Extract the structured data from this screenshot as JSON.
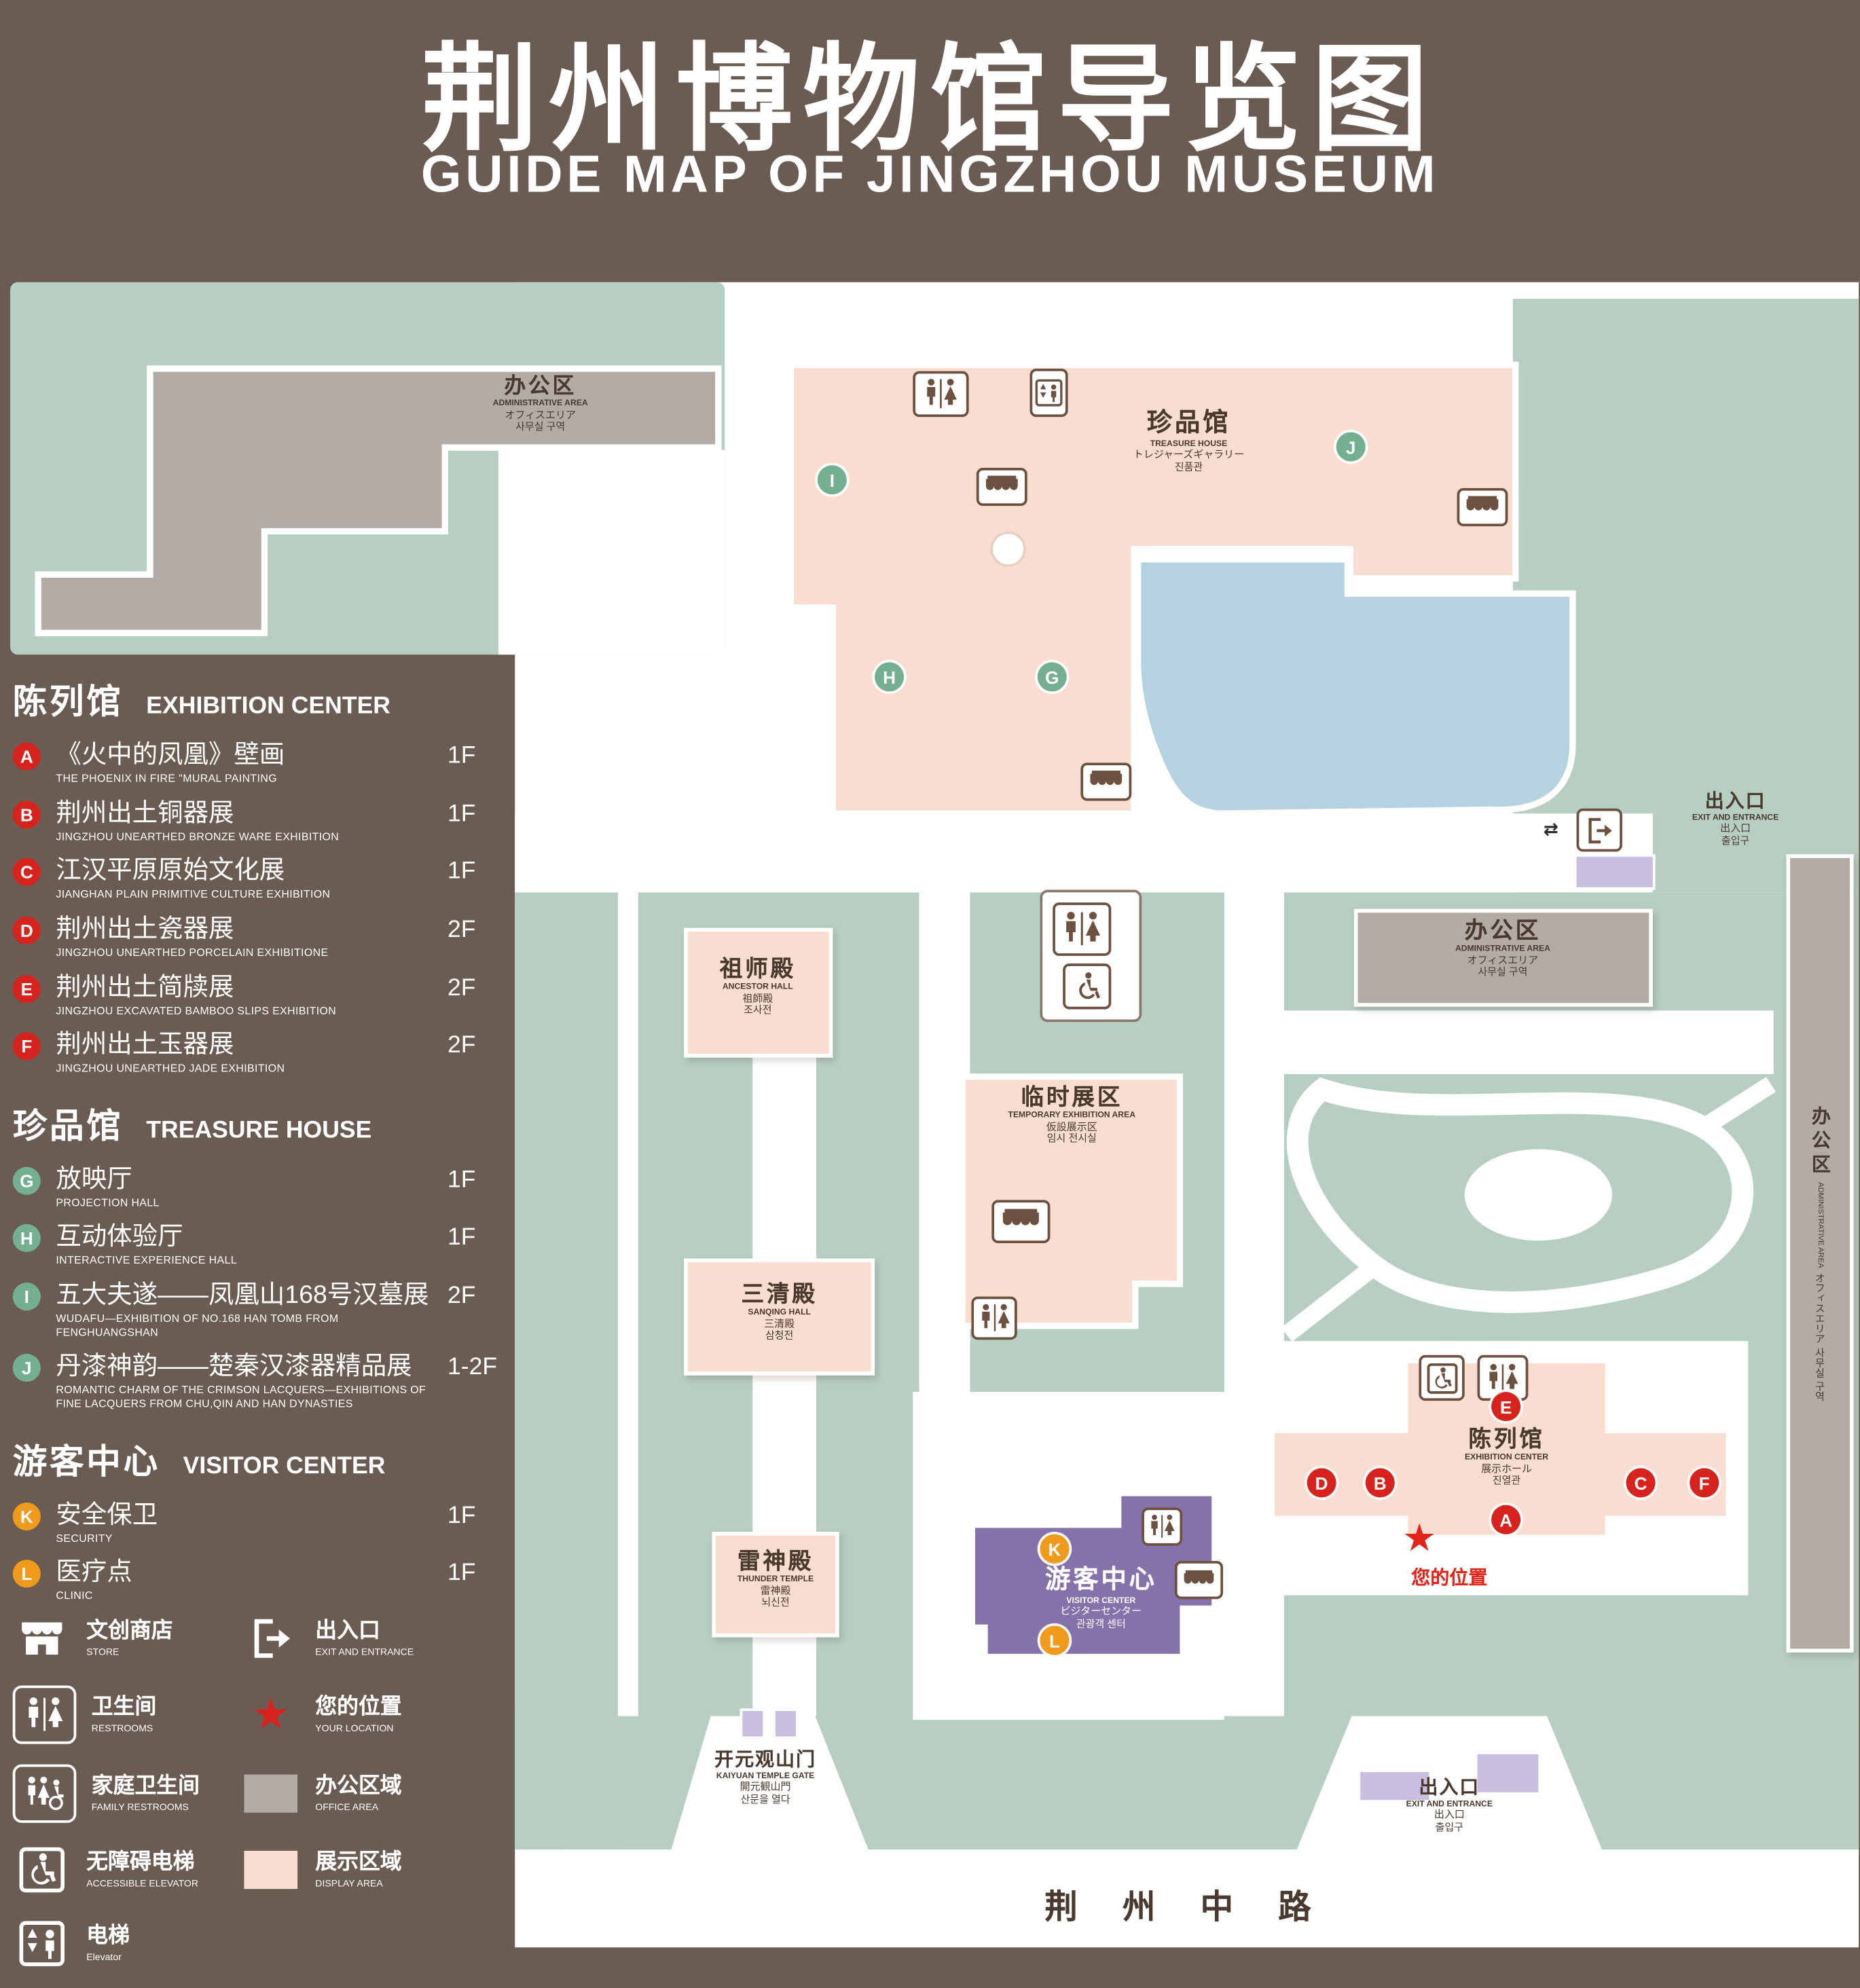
{
  "title": {
    "zh": "荆州博物馆导览图",
    "en": "GUIDE MAP OF JINGZHOU MUSEUM"
  },
  "colors": {
    "background": "#6a5c52",
    "map_green": "#b7cec2",
    "display_area_pink": "#f9ddd1",
    "office_gray": "#b3aba6",
    "water_blue": "#b4d2df",
    "visitor_purple": "#8672aa",
    "entrance_lilac": "#c9bedd",
    "letter_red": "#d7231d",
    "letter_green": "#74af92",
    "letter_orange": "#f09a1c",
    "map_text_brown": "#4a392e",
    "location_red": "#e1251b"
  },
  "sidebar": {
    "sections": [
      {
        "zh": "陈列馆",
        "en": "EXHIBITION CENTER",
        "items": [
          {
            "letter": "A",
            "zh": "《火中的凤凰》壁画",
            "en": "THE PHOENIX IN FIRE \"MURAL PAINTING",
            "floor": "1F"
          },
          {
            "letter": "B",
            "zh": "荆州出土铜器展",
            "en": "JINGZHOU UNEARTHED BRONZE WARE EXHIBITION",
            "floor": "1F"
          },
          {
            "letter": "C",
            "zh": "江汉平原原始文化展",
            "en": "JIANGHAN PLAIN PRIMITIVE CULTURE EXHIBITION",
            "floor": "1F"
          },
          {
            "letter": "D",
            "zh": "荆州出土瓷器展",
            "en": "JINGZHOU UNEARTHED PORCELAIN EXHIBITIONE",
            "floor": "2F"
          },
          {
            "letter": "E",
            "zh": "荆州出土简牍展",
            "en": "JINGZHOU EXCAVATED BAMBOO SLIPS EXHIBITION",
            "floor": "2F"
          },
          {
            "letter": "F",
            "zh": "荆州出土玉器展",
            "en": "JINGZHOU UNEARTHED JADE EXHIBITION",
            "floor": "2F"
          }
        ]
      },
      {
        "zh": "珍品馆",
        "en": "TREASURE HOUSE",
        "items": [
          {
            "letter": "G",
            "zh": "放映厅",
            "en": "PROJECTION HALL",
            "floor": "1F"
          },
          {
            "letter": "H",
            "zh": "互动体验厅",
            "en": "INTERACTIVE EXPERIENCE HALL",
            "floor": "1F"
          },
          {
            "letter": "I",
            "zh": "五大夫遂——凤凰山168号汉墓展",
            "en": "WUDAFU—EXHIBITION OF NO.168 HAN TOMB FROM FENGHUANGSHAN",
            "floor": "2F"
          },
          {
            "letter": "J",
            "zh": "丹漆神韵——楚秦汉漆器精品展",
            "en": "ROMANTIC CHARM OF THE CRIMSON LACQUERS—EXHIBITIONS OF FINE LACQUERS FROM CHU,QIN AND HAN DYNASTIES",
            "floor": "1-2F"
          }
        ]
      },
      {
        "zh": "游客中心",
        "en": "VISITOR CENTER",
        "items": [
          {
            "letter": "K",
            "zh": "安全保卫",
            "en": "SECURITY",
            "floor": "1F"
          },
          {
            "letter": "L",
            "zh": "医疗点",
            "en": "CLINIC",
            "floor": "1F"
          }
        ]
      }
    ],
    "legend": {
      "store": {
        "zh": "文创商店",
        "en": "STORE"
      },
      "exit": {
        "zh": "出入口",
        "en": "EXIT AND ENTRANCE"
      },
      "restroom": {
        "zh": "卫生间",
        "en": "RESTROOMS"
      },
      "location": {
        "zh": "您的位置",
        "en": "YOUR LOCATION"
      },
      "family_restroom": {
        "zh": "家庭卫生间",
        "en": "FAMILY RESTROOMS"
      },
      "office_area": {
        "zh": "办公区域",
        "en": "OFFICE AREA"
      },
      "accessible_elevator": {
        "zh": "无障碍电梯",
        "en": "ACCESSIBLE ELEVATOR"
      },
      "display_area": {
        "zh": "展示区域",
        "en": "DISPLAY AREA"
      },
      "elevator": {
        "zh": "电梯",
        "en": "Elevator"
      }
    }
  },
  "map": {
    "buildings": {
      "admin_top_left": {
        "zh": "办公区",
        "en": "ADMINISTRATIVE AREA",
        "ja": "オフィスエリア",
        "ko": "사무실 구역"
      },
      "treasure_house": {
        "zh": "珍品馆",
        "en": "TREASURE HOUSE",
        "ja": "トレジャーズギャラリー",
        "ko": "진품관"
      },
      "ancestor_hall": {
        "zh": "祖师殿",
        "en": "ANCESTOR HALL",
        "ja": "祖師殿",
        "ko": "조사전"
      },
      "temporary_exhibition": {
        "zh": "临时展区",
        "en": "TEMPORARY EXHIBITION AREA",
        "ja": "仮設展示区",
        "ko": "임시 전시실"
      },
      "sanqing_hall": {
        "zh": "三清殿",
        "en": "SANQING HALL",
        "ja": "三清殿",
        "ko": "삼청전"
      },
      "admin_center": {
        "zh": "办公区",
        "en": "ADMINISTRATIVE AREA",
        "ja": "オフィスエリア",
        "ko": "사무실 구역"
      },
      "admin_right": {
        "zh": "办公区",
        "en": "ADMINISTRATIVE AREA",
        "ja": "オフィスエリア",
        "ko": "사무실 구역"
      },
      "exhibition_center": {
        "zh": "陈列馆",
        "en": "EXHIBITION CENTER",
        "ja": "展示ホール",
        "ko": "진열관"
      },
      "thunder_temple": {
        "zh": "雷神殿",
        "en": "THUNDER TEMPLE",
        "ja": "雷神殿",
        "ko": "뇌신전"
      },
      "visitor_center": {
        "zh": "游客中心",
        "en": "VISITOR CENTER",
        "ja": "ビジターセンター",
        "ko": "관광객 센터"
      },
      "kaiyuan_gate": {
        "zh": "开元观山门",
        "en": "KAIYUAN TEMPLE GATE",
        "ja": "開元観山門",
        "ko": "산문을 열다"
      }
    },
    "exits": {
      "top_right": {
        "zh": "出入口",
        "en": "EXIT AND ENTRANCE",
        "ja": "出入口",
        "ko": "출입구"
      },
      "bottom": {
        "zh": "出入口",
        "en": "EXIT AND ENTRANCE",
        "ja": "出入口",
        "ko": "출입구"
      }
    },
    "road": {
      "name": "荆 州 中 路"
    },
    "your_location": {
      "zh": "您的位置"
    },
    "markers": {
      "A": "A",
      "B": "B",
      "C": "C",
      "D": "D",
      "E": "E",
      "F": "F",
      "G": "G",
      "H": "H",
      "I": "I",
      "J": "J",
      "K": "K",
      "L": "L"
    }
  }
}
